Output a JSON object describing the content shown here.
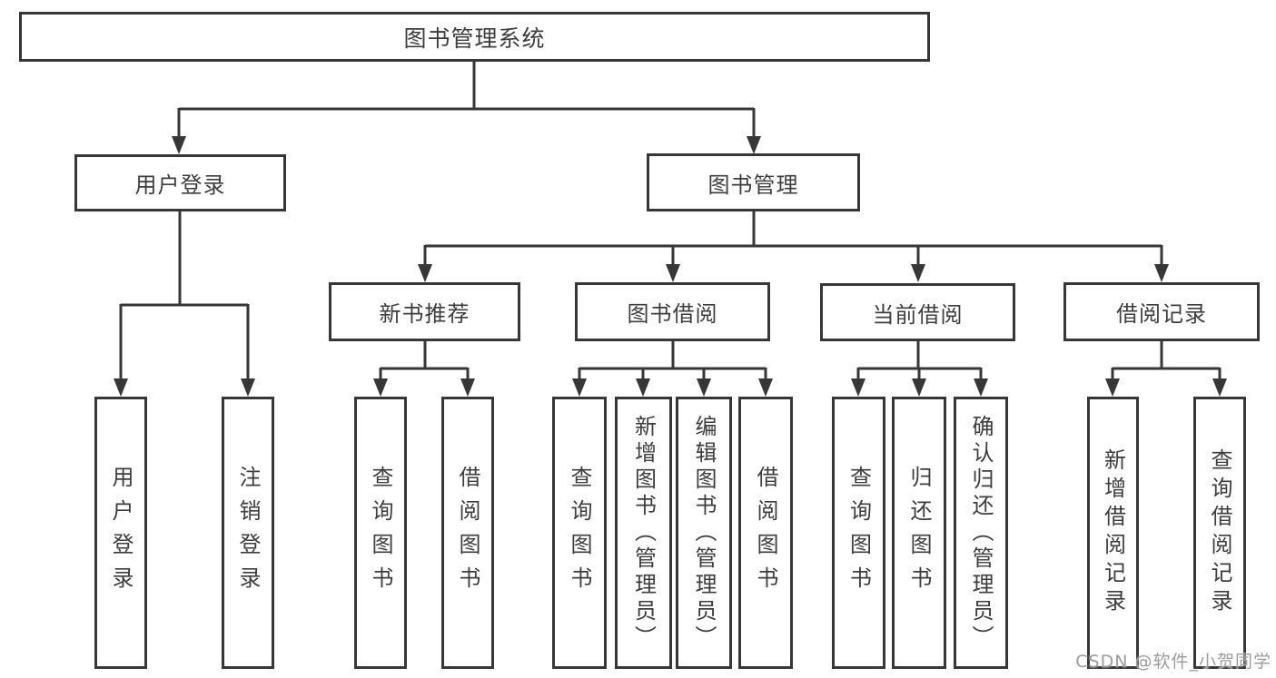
{
  "diagram": {
    "title": "图书管理系统",
    "branches": [
      {
        "label": "用户登录",
        "children": [
          {
            "label": "用户登录"
          },
          {
            "label": "注销登录"
          }
        ]
      },
      {
        "label": "图书管理",
        "children": [
          {
            "label": "新书推荐",
            "children": [
              {
                "label": "查询图书"
              },
              {
                "label": "借阅图书"
              }
            ]
          },
          {
            "label": "图书借阅",
            "children": [
              {
                "label": "查询图书"
              },
              {
                "label": "新增图书（管理员）"
              },
              {
                "label": "编辑图书（管理员）"
              },
              {
                "label": "借阅图书"
              }
            ]
          },
          {
            "label": "当前借阅",
            "children": [
              {
                "label": "查询图书"
              },
              {
                "label": "归还图书"
              },
              {
                "label": "确认归还（管理员）"
              }
            ]
          },
          {
            "label": "借阅记录",
            "children": [
              {
                "label": "新增借阅记录"
              },
              {
                "label": "查询借阅记录"
              }
            ]
          }
        ]
      }
    ]
  },
  "watermark": {
    "text": "CSDN @软件_小贺同学"
  },
  "colors": {
    "line": "#373737",
    "text": "#3d3d3d",
    "background": "#ffffff",
    "watermark": "#9c9c9c"
  }
}
